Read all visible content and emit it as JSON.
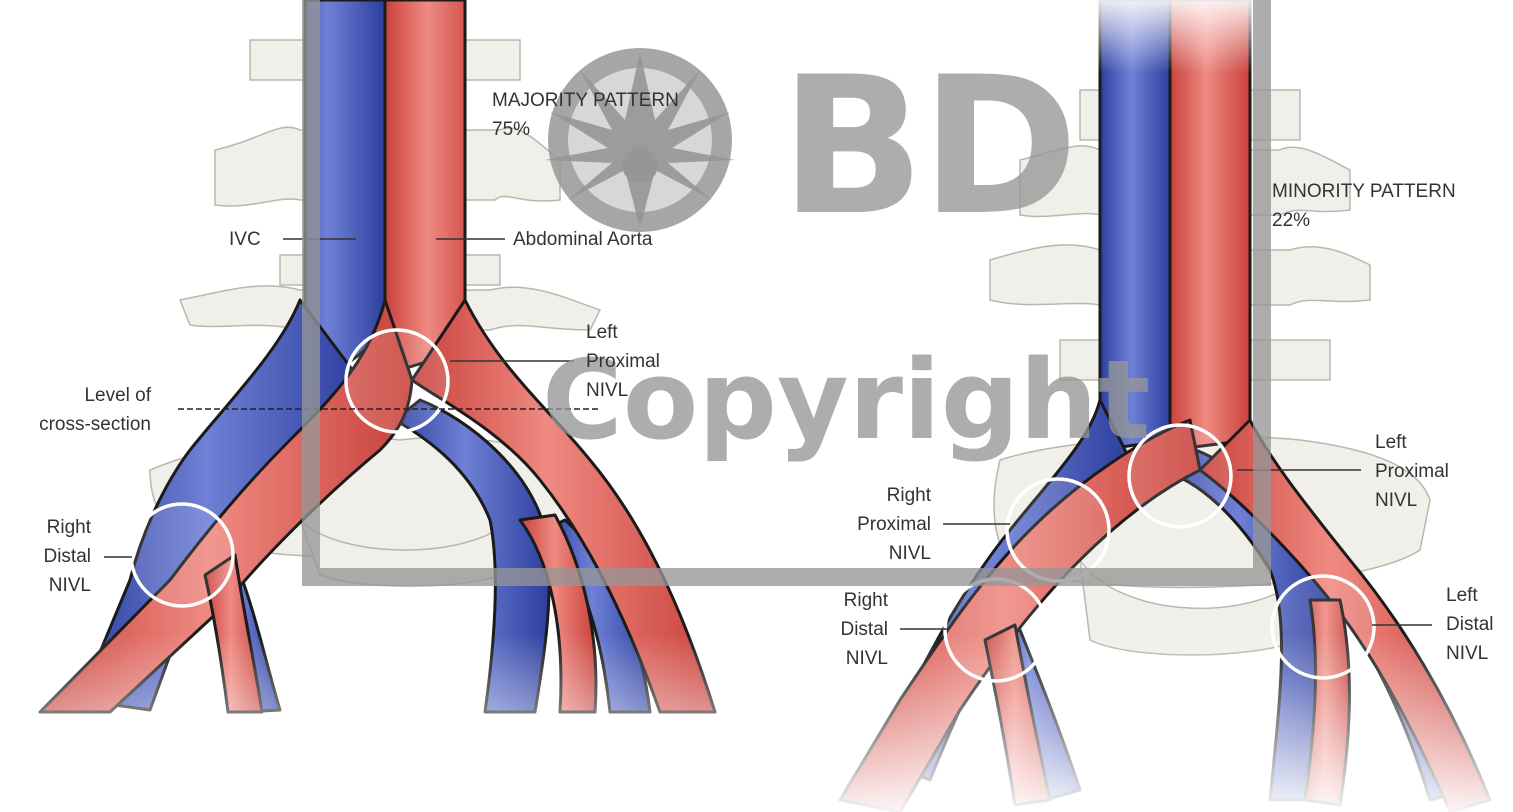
{
  "colors": {
    "vein": "#3a4fb0",
    "artery": "#d6534c",
    "bone": "#f0efea",
    "watermark": "#9a9a9a",
    "outline": "#1a1a1a"
  },
  "majority": {
    "title": "MAJORITY PATTERN",
    "percent": "75%",
    "ivc": "IVC",
    "aorta": "Abdominal Aorta",
    "left_proximal": [
      "Left",
      "Proximal",
      "NIVL"
    ],
    "level": [
      "Level of",
      "cross-section"
    ],
    "right_distal": [
      "Right",
      "Distal",
      "NIVL"
    ]
  },
  "minority": {
    "title": "MINORITY PATTERN",
    "percent": "22%",
    "left_proximal": [
      "Left",
      "Proximal",
      "NIVL"
    ],
    "right_proximal": [
      "Right",
      "Proximal",
      "NIVL"
    ],
    "right_distal": [
      "Right",
      "Distal",
      "NIVL"
    ],
    "left_distal": [
      "Left",
      "Distal",
      "NIVL"
    ]
  },
  "watermark": {
    "logo": "BD",
    "text": "Copyright"
  }
}
